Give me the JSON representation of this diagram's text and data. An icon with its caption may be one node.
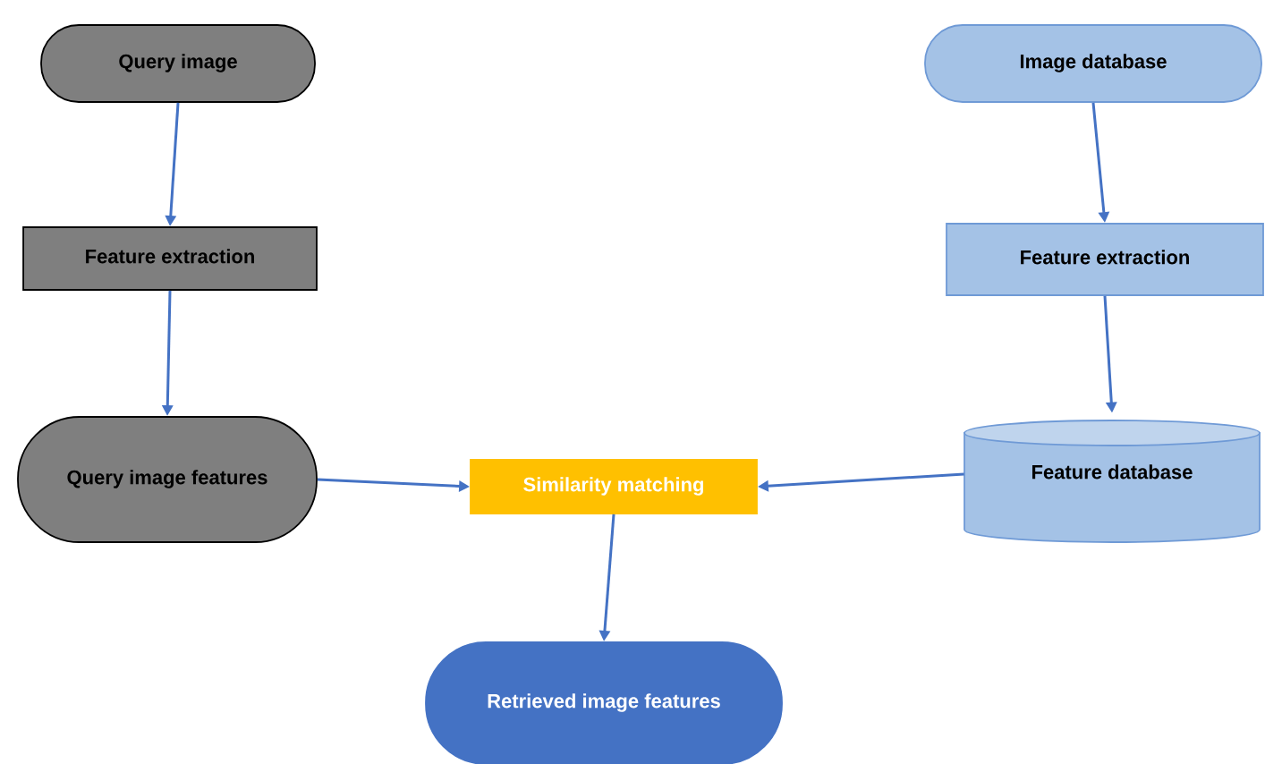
{
  "diagram": {
    "nodes": [
      {
        "text": [
          "Query image"
        ]
      },
      {
        "text": [
          "Feature extraction"
        ]
      },
      {
        "text": [
          "Query image features"
        ]
      },
      {
        "text": [
          "Image database"
        ]
      },
      {
        "text": [
          "Feature extraction"
        ]
      },
      {
        "text": [
          "Feature database"
        ]
      },
      {
        "text": [
          "Similarity matching"
        ]
      },
      {
        "text": [
          "Retrieved image features"
        ]
      }
    ],
    "edges": [
      {
        "from": 0,
        "to": 1,
        "arrow": "to"
      },
      {
        "from": 1,
        "to": 2,
        "arrow": "to"
      },
      {
        "from": 2,
        "to": 6,
        "arrow": "to"
      },
      {
        "from": 3,
        "to": 4,
        "arrow": "to"
      },
      {
        "from": 4,
        "to": 5,
        "arrow": "to"
      },
      {
        "from": 5,
        "to": 6,
        "arrow": "to"
      },
      {
        "from": 6,
        "to": 7,
        "arrow": "to"
      }
    ]
  }
}
